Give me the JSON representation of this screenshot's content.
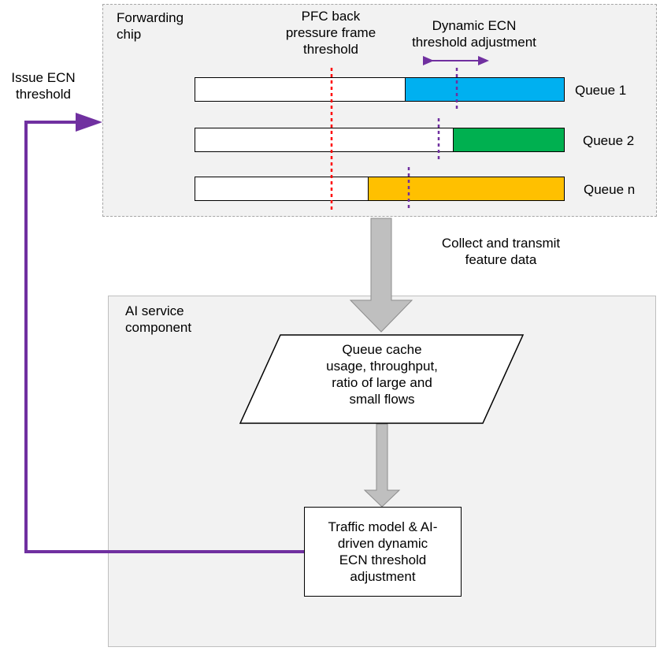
{
  "forwarding_chip": {
    "label": "Forwarding chip",
    "label_lines": [
      "Forwarding",
      "chip"
    ]
  },
  "pfc_label": [
    "PFC back",
    "pressure frame",
    "threshold"
  ],
  "ecn_label": [
    "Dynamic ECN",
    "threshold adjustment"
  ],
  "issue_label": [
    "Issue ECN",
    "threshold"
  ],
  "queues": [
    {
      "name": "Queue 1",
      "fill_color": "#00b0f0",
      "fill_fraction": 0.43
    },
    {
      "name": "Queue 2",
      "fill_color": "#00b050",
      "fill_fraction": 0.3
    },
    {
      "name": "Queue n",
      "fill_color": "#ffc000",
      "fill_fraction": 0.53
    }
  ],
  "collect_label": [
    "Collect and transmit",
    "feature data"
  ],
  "ai_component": {
    "label_lines": [
      "AI service",
      "component"
    ]
  },
  "data_box": {
    "lines": [
      "Queue cache",
      "usage, throughput,",
      "ratio of large and",
      "small flows"
    ]
  },
  "model_box": {
    "lines": [
      "Traffic model & AI-",
      "driven dynamic",
      "ECN threshold",
      "adjustment"
    ]
  },
  "colors": {
    "pfc_line": "#ff0000",
    "ecn_line": "#7030a0",
    "feedback_arrow": "#7030a0",
    "flow_arrow": "#bfbfbf"
  }
}
